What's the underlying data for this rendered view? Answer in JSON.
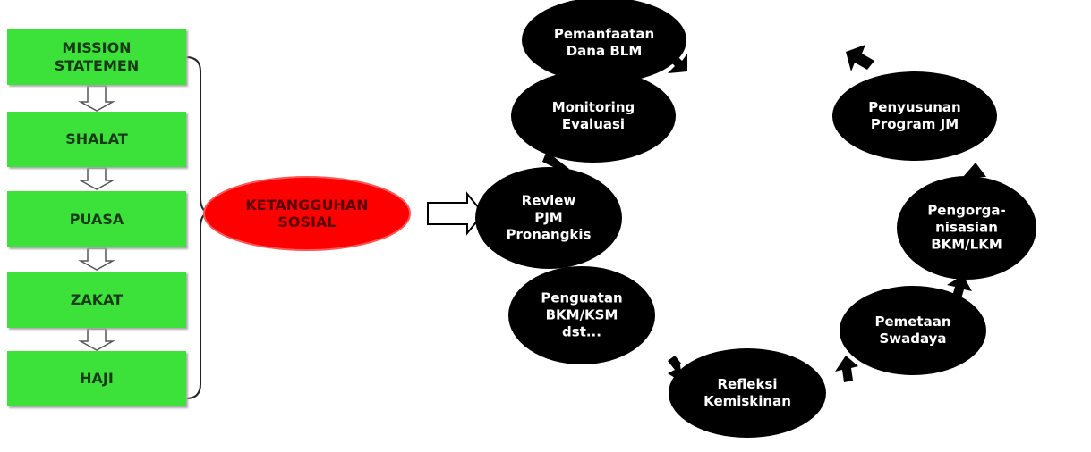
{
  "steps": [
    "MISSION\nSTATEMEN",
    "SHALAT",
    "PUASA",
    "ZAKAT",
    "HAJI"
  ],
  "center": "KETANGGUHAN\nSOSIAL",
  "cycle": [
    "Pemanfaatan\nDana BLM",
    "Penyusunan\nProgram JM",
    "Pengorga-\nnisasian\nBKM/LKM",
    "Pemetaan\nSwadaya",
    "Refleksi\nKemiskinan",
    "Penguatan\nBKM/KSM\ndst...",
    "Review\nPJM\nPronangkis",
    "Monitoring\nEvaluasi"
  ],
  "colors": {
    "green": "#3ce23a",
    "red": "#ff0000",
    "black": "#000000"
  }
}
